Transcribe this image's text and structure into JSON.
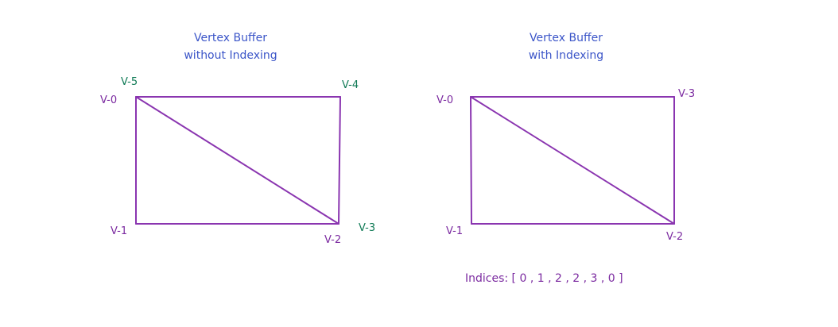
{
  "colors": {
    "title": "#3b55c8",
    "edge": "#8a35b0",
    "label": "#7b2aa0",
    "label_duplicate": "#0f7a55"
  },
  "left_diagram": {
    "title_line1": "Vertex Buffer",
    "title_line2": "without Indexing",
    "labels": {
      "v0": "V-0",
      "v1": "V-1",
      "v2": "V-2",
      "v3": "V-3",
      "v4": "V-4",
      "v5": "V-5"
    }
  },
  "right_diagram": {
    "title_line1": "Vertex Buffer",
    "title_line2": "with Indexing",
    "labels": {
      "v0": "V-0",
      "v1": "V-1",
      "v2": "V-2",
      "v3": "V-3"
    },
    "indices_text": "Indices: [ 0 , 1 , 2 , 2 , 3 , 0 ]"
  }
}
